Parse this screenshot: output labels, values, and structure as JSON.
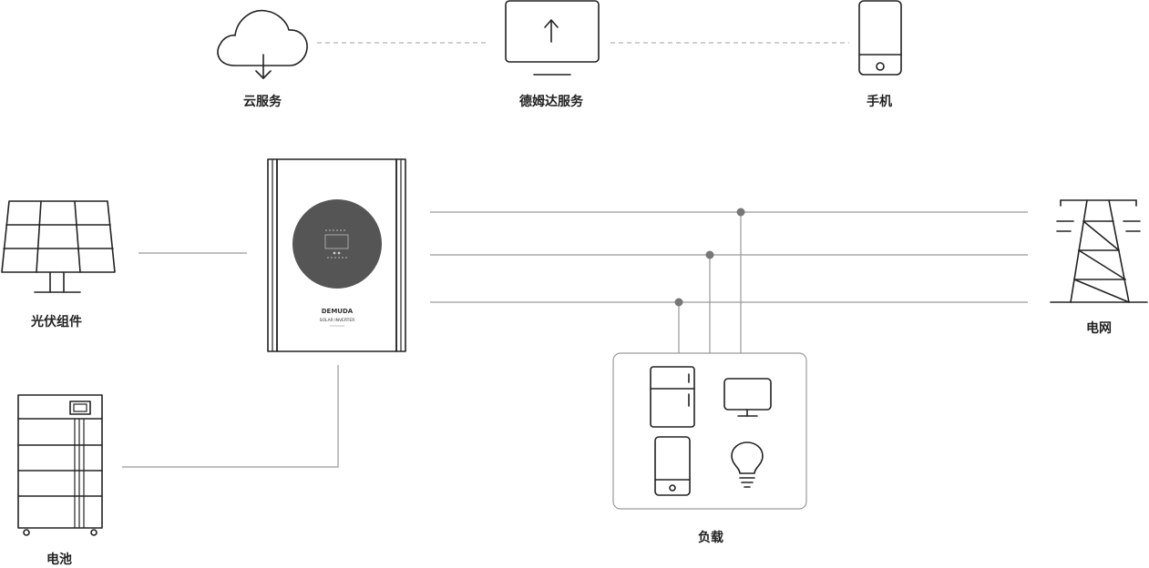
{
  "labels": {
    "cloud": "云服务",
    "demuda_service": "德姆达服务",
    "phone": "手机",
    "pv": "光伏组件",
    "battery": "电池",
    "grid": "电网",
    "load": "负载"
  },
  "inverter": {
    "brand": "DEMUDA",
    "model": "SOLAR INVERTER"
  },
  "colors": {
    "stroke": "#222222",
    "wire": "#9a9a9a",
    "dash": "#b5b5b5",
    "dial": "#555555",
    "node": "#777777"
  }
}
